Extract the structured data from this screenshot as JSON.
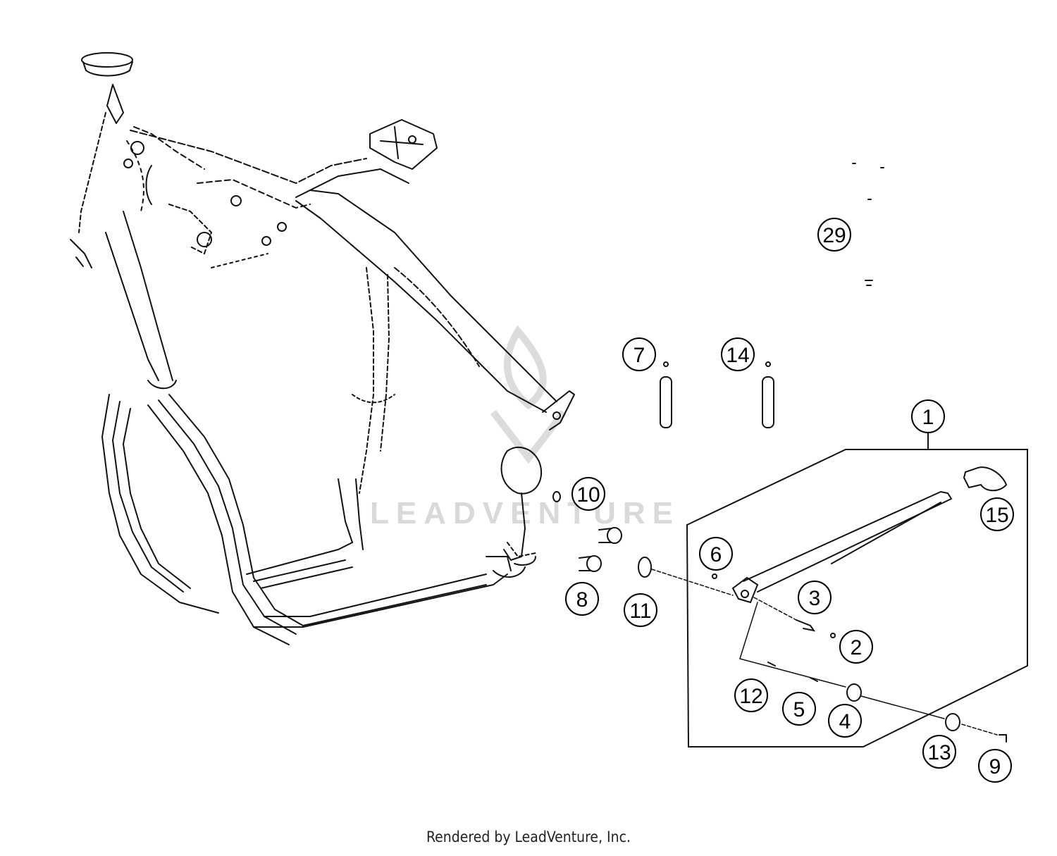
{
  "watermark": {
    "text": "LEADVENTURE",
    "icon": "leadventure-flame-logo"
  },
  "footer": {
    "text": "Rendered by LeadVenture, Inc."
  },
  "callouts": [
    {
      "label": "29"
    },
    {
      "label": "7"
    },
    {
      "label": "14"
    },
    {
      "label": "1"
    },
    {
      "label": "10"
    },
    {
      "label": "15"
    },
    {
      "label": "6"
    },
    {
      "label": "8"
    },
    {
      "label": "11"
    },
    {
      "label": "3"
    },
    {
      "label": "2"
    },
    {
      "label": "12"
    },
    {
      "label": "5"
    },
    {
      "label": "4"
    },
    {
      "label": "13"
    },
    {
      "label": "9"
    }
  ]
}
